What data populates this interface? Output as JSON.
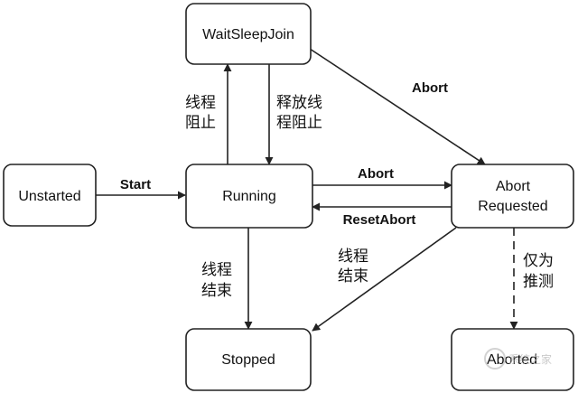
{
  "states": {
    "wait_sleep_join": "WaitSleepJoin",
    "unstarted": "Unstarted",
    "running": "Running",
    "abort_requested_line1": "Abort",
    "abort_requested_line2": "Requested",
    "stopped": "Stopped",
    "aborted": "Aborted"
  },
  "transitions": {
    "start": "Start",
    "abort_from_wait": "Abort",
    "abort_from_running": "Abort",
    "reset_abort": "ResetAbort",
    "block_thread_l1": "线程",
    "block_thread_l2": "阻止",
    "release_block_l1": "释放线",
    "release_block_l2": "程阻止",
    "running_end_l1": "线程",
    "running_end_l2": "结束",
    "abort_end_l1": "线程",
    "abort_end_l2": "结束",
    "speculative_l1": "仅为",
    "speculative_l2": "推测"
  },
  "watermark": "系统之家"
}
